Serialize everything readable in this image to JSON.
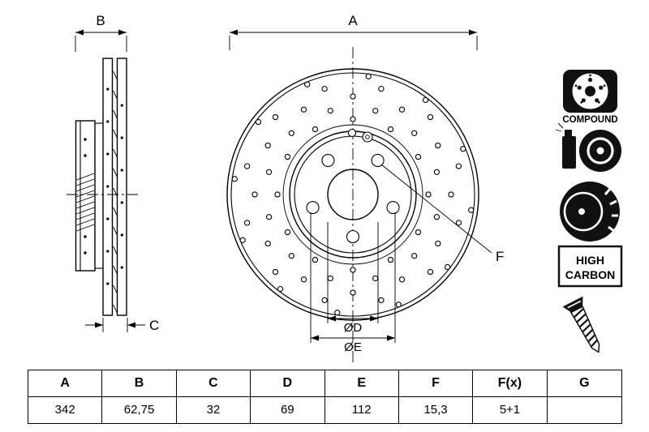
{
  "drawing": {
    "dims": {
      "a": "A",
      "b": "B",
      "c": "C",
      "d": "ØD",
      "e": "ØE",
      "f": "F"
    },
    "badges": {
      "compound": "COMPOUND",
      "high_carbon": [
        "HIGH",
        "CARBON"
      ]
    }
  },
  "table": {
    "headers": [
      "A",
      "B",
      "C",
      "D",
      "E",
      "F",
      "F(x)",
      "G"
    ],
    "values": [
      "342",
      "62,75",
      "32",
      "69",
      "112",
      "15,3",
      "5+1",
      ""
    ]
  }
}
